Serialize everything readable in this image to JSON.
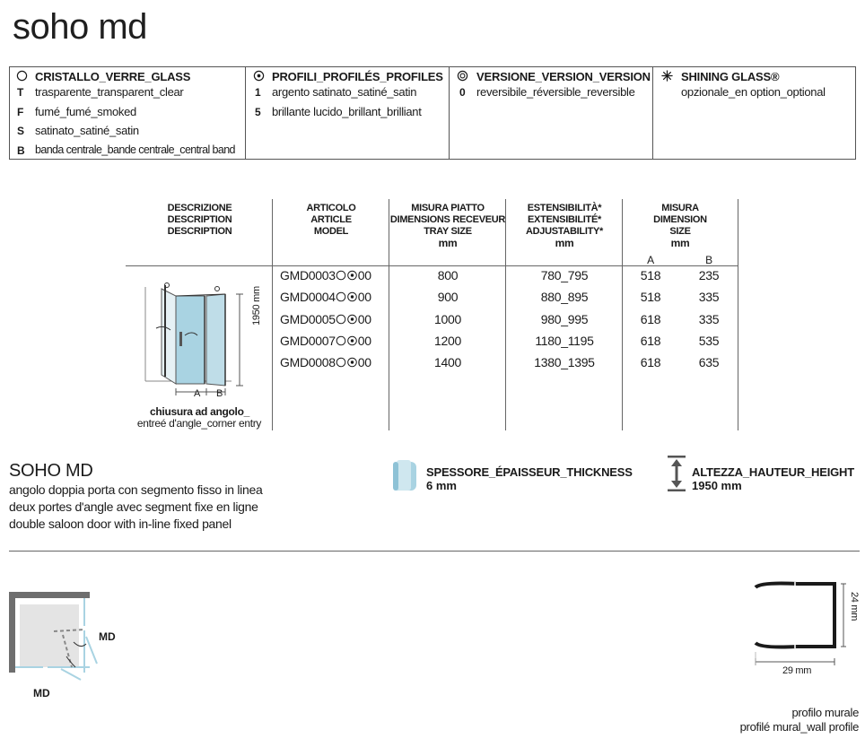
{
  "title": "soho md",
  "legend": {
    "glass": {
      "heading": "CRISTALLO_VERRE_GLASS",
      "items": [
        {
          "code": "T",
          "label": "trasparente_transparent_clear"
        },
        {
          "code": "F",
          "label": "fumé_fumé_smoked"
        },
        {
          "code": "S",
          "label": "satinato_satiné_satin"
        },
        {
          "code": "B",
          "label": "banda centrale_bande centrale_central band"
        }
      ]
    },
    "profiles": {
      "heading": "PROFILI_PROFILÉS_PROFILES",
      "items": [
        {
          "code": "1",
          "label": "argento satinato_satiné_satin"
        },
        {
          "code": "5",
          "label": "brillante lucido_brillant_brilliant"
        }
      ]
    },
    "version": {
      "heading": "VERSIONE_VERSION_VERSION",
      "items": [
        {
          "code": "0",
          "label": "reversibile_réversible_reversible"
        }
      ]
    },
    "shining": {
      "heading": "SHINING GLASS®",
      "items": [
        {
          "label": "opzionale_en option_optional"
        }
      ]
    }
  },
  "table": {
    "headers": {
      "description": [
        "DESCRIZIONE",
        "DESCRIPTION",
        "DESCRIPTION"
      ],
      "article": [
        "ARTICOLO",
        "ARTICLE",
        "MODEL"
      ],
      "tray": [
        "MISURA PIATTO",
        "DIMENSIONS RECEVEUR",
        "TRAY SIZE",
        "mm"
      ],
      "ext": [
        "ESTENSIBILITÀ*",
        "EXTENSIBILITÉ*",
        "ADJUSTABILITY*",
        "mm"
      ],
      "size": [
        "MISURA",
        "DIMENSION",
        "SIZE",
        "mm"
      ],
      "colA": "A",
      "colB": "B"
    },
    "rows": [
      {
        "model_prefix": "GMD0003",
        "model_suffix": "00",
        "tray": "800",
        "ext": "780_795",
        "a": "518",
        "b": "235"
      },
      {
        "model_prefix": "GMD0004",
        "model_suffix": "00",
        "tray": "900",
        "ext": "880_895",
        "a": "518",
        "b": "335"
      },
      {
        "model_prefix": "GMD0005",
        "model_suffix": "00",
        "tray": "1000",
        "ext": "980_995",
        "a": "618",
        "b": "335"
      },
      {
        "model_prefix": "GMD0007",
        "model_suffix": "00",
        "tray": "1200",
        "ext": "1180_1195",
        "a": "618",
        "b": "535"
      },
      {
        "model_prefix": "GMD0008",
        "model_suffix": "00",
        "tray": "1400",
        "ext": "1380_1395",
        "a": "618",
        "b": "635"
      }
    ],
    "drawing": {
      "height_label": "1950 mm",
      "a_label": "A",
      "b_label": "B",
      "caption1": "chiusura ad angolo_",
      "caption2": "entreé d'angle_corner entry"
    }
  },
  "product": {
    "name": "SOHO MD",
    "desc": [
      "angolo doppia porta con segmento fisso in linea",
      "deux portes d'angle avec segment fixe en ligne",
      "double saloon door with in-line fixed panel"
    ]
  },
  "specs": {
    "thickness_label": "SPESSORE_ÉPAISSEUR_THICKNESS",
    "thickness_value": "6 mm",
    "height_label": "ALTEZZA_HAUTEUR_HEIGHT",
    "height_value": "1950 mm"
  },
  "plan": {
    "label_right": "MD",
    "label_bottom": "MD"
  },
  "profile": {
    "height_dim": "24 mm",
    "width_dim": "29 mm",
    "caption1": "profilo murale",
    "caption2": "profilé mural_wall profile"
  },
  "colors": {
    "glass": "#a9d3e2",
    "dark": "#1a1a1a",
    "rule": "#666666"
  }
}
